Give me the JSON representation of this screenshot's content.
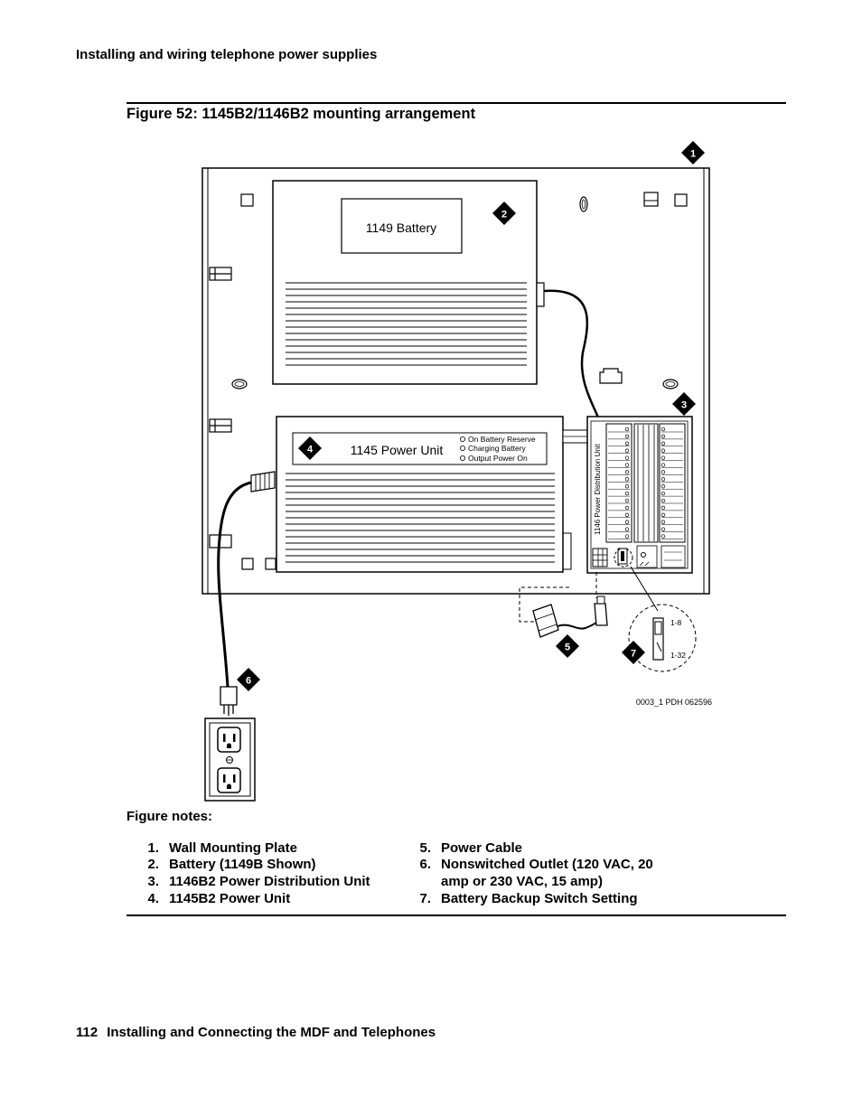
{
  "header": {
    "title": "Installing and wiring telephone power supplies"
  },
  "figure": {
    "title": "Figure 52: 1145B2/1146B2 mounting arrangement",
    "battery_label": "1149 Battery",
    "power_unit_label": "1145 Power Unit",
    "indicators": [
      "On Battery Reserve",
      "Charging Battery",
      "Output Power On"
    ],
    "pdu_label": "1146 Power Distribution Unit",
    "switch_top": "1-8",
    "switch_bottom": "1-32",
    "callouts": [
      "1",
      "2",
      "3",
      "4",
      "5",
      "6",
      "7"
    ],
    "figure_id": "0003_1 PDH 062596"
  },
  "notes": {
    "heading": "Figure notes:",
    "left": [
      {
        "num": "1.",
        "text": "Wall Mounting Plate"
      },
      {
        "num": "2.",
        "text": "Battery (1149B Shown)"
      },
      {
        "num": "3.",
        "text": "1146B2 Power Distribution Unit"
      },
      {
        "num": "4.",
        "text": "1145B2 Power Unit"
      }
    ],
    "right": [
      {
        "num": "5.",
        "text": "Power Cable"
      },
      {
        "num": "6.",
        "text": "Nonswitched Outlet (120 VAC, 20"
      },
      {
        "num": "",
        "text": "amp or 230 VAC, 15 amp)"
      },
      {
        "num": "7.",
        "text": "Battery Backup Switch Setting"
      }
    ]
  },
  "footer": {
    "page_number": "112",
    "title": "Installing and Connecting the MDF and Telephones"
  }
}
